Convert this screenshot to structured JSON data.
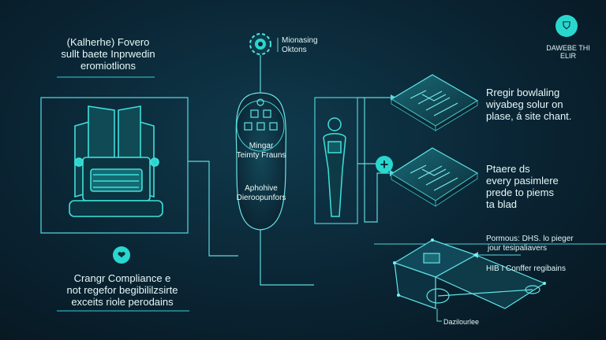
{
  "top_left": {
    "lines": [
      "(Kalherhe) Fovero",
      "sullt baete Inprwedin",
      "eromiotlions"
    ]
  },
  "top_center": {
    "lines": [
      "Mionasing",
      "Oktons"
    ]
  },
  "top_right": {
    "lines": [
      "DAWEBE THI",
      "ELIR"
    ]
  },
  "center_node": {
    "top_lines": [
      "Mingar",
      "Teimty Frauns"
    ],
    "bottom_lines": [
      "Aphohive",
      "Dieroopunfors"
    ]
  },
  "right_top": {
    "lines": [
      "Rregir bowlaling",
      "wiyabeg solur on",
      "plase, á site chant."
    ]
  },
  "right_mid": {
    "lines": [
      "Ptaere ds",
      "every pasimlere",
      "prede to piems",
      "ta blad"
    ]
  },
  "right_bottom": {
    "lines": [
      "Pormous: DHS. lo pieger",
      "jour tesipaliavers",
      "HIB I Conffer regibains"
    ]
  },
  "bottom_caption": {
    "text": "Dazilourlee"
  },
  "bottom_left": {
    "lines": [
      "Crangr Compliance e",
      "not regefor begibililzsirte",
      "exceits riole perodains"
    ]
  },
  "colors": {
    "accent": "#2fd3d8",
    "line": "#5fd8dc",
    "badge": "#2ad7cf"
  },
  "icons": [
    "machine-icon",
    "gear-icon",
    "person-icon",
    "chip-board-icon",
    "plus-icon",
    "heart-icon",
    "shield-icon",
    "monitor-icon",
    "laptop-icon"
  ]
}
